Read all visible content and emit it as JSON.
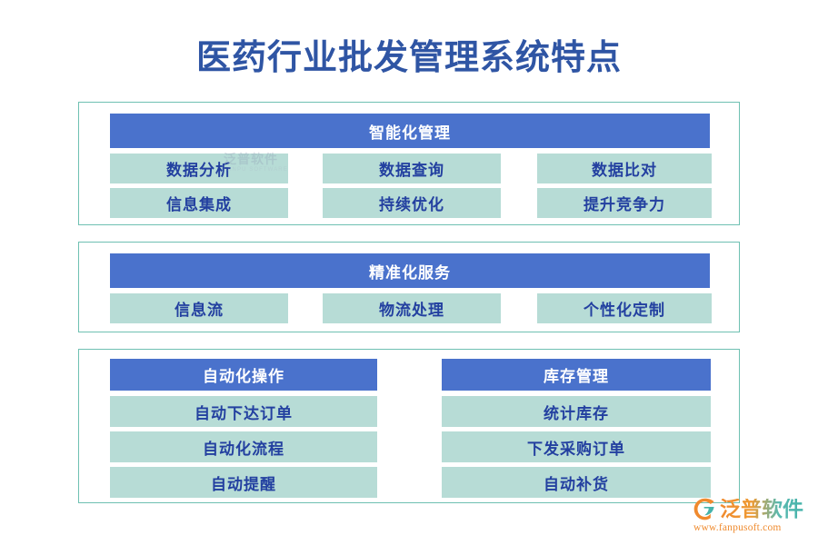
{
  "page": {
    "title": "医药行业批发管理系统特点",
    "background_color": "#ffffff",
    "title_color": "#2f55a4",
    "frame_border_color": "#6fc0b2",
    "header_color": "#4a72cc",
    "cell_color": "#b7dcd6",
    "cell_text_color": "#2340a0"
  },
  "sections": [
    {
      "header": "智能化管理",
      "columns": [
        {
          "items": [
            "数据分析",
            "信息集成"
          ]
        },
        {
          "items": [
            "数据查询",
            "持续优化"
          ]
        },
        {
          "items": [
            "数据比对",
            "提升竞争力"
          ]
        }
      ]
    },
    {
      "header": "精准化服务",
      "columns": [
        {
          "items": [
            "信息流"
          ]
        },
        {
          "items": [
            "物流处理"
          ]
        },
        {
          "items": [
            "个性化定制"
          ]
        }
      ]
    },
    {
      "groups": [
        {
          "header": "自动化操作",
          "items": [
            "自动下达订单",
            "自动化流程",
            "自动提醒"
          ]
        },
        {
          "header": "库存管理",
          "items": [
            "统计库存",
            "下发采购订单",
            "自动补货"
          ]
        }
      ]
    }
  ],
  "watermark": {
    "main": "泛普软件",
    "sub": "FANPU SOFTWARE"
  },
  "logo": {
    "name": "泛普软件",
    "url": "www.fanpusoft.com",
    "mark_color_primary": "#f08a2e",
    "mark_color_secondary": "#45b3ab"
  }
}
